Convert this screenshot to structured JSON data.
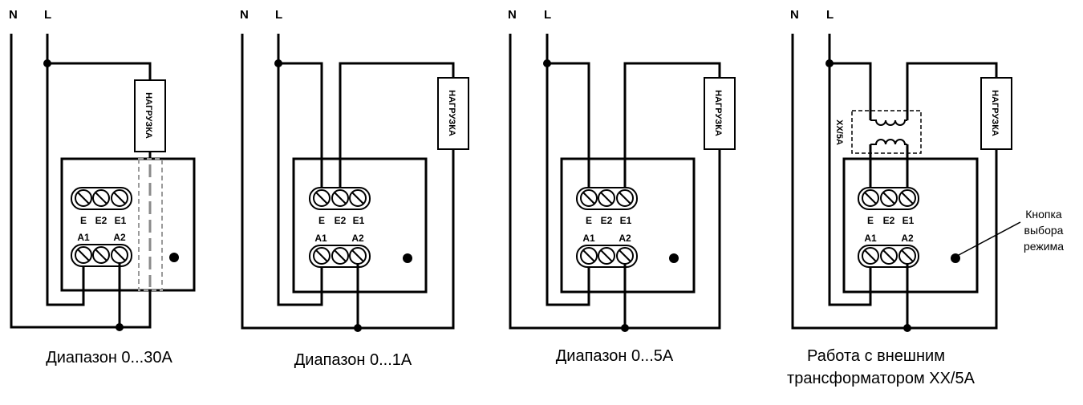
{
  "common": {
    "neutral_label": "N",
    "line_label": "L",
    "load_label": "НАГРУЗКА",
    "terminals_top": [
      "E",
      "E2",
      "E1"
    ],
    "terminals_bottom": [
      "A1",
      "A2"
    ]
  },
  "diagrams": [
    {
      "caption_lines": [
        "Диапазон 0...30А"
      ]
    },
    {
      "caption_lines": [
        "Диапазон 0...1А"
      ]
    },
    {
      "caption_lines": [
        "Диапазон 0...5А"
      ]
    },
    {
      "caption_lines": [
        "Работа с внешним",
        "трансформатором XX/5A"
      ]
    }
  ],
  "transformer_label": "XX/5A",
  "button_note": [
    "Кнопка",
    "выбора",
    "режима"
  ]
}
